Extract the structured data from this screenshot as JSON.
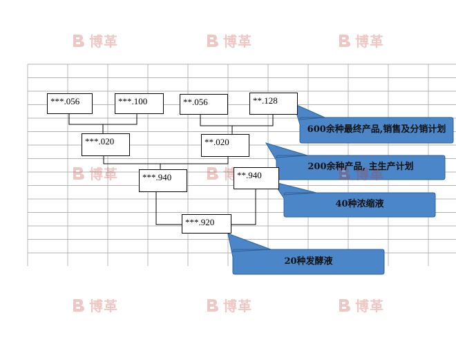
{
  "watermark": {
    "text": "博革"
  },
  "nodes": {
    "n1": "***.056",
    "n2": "***.100",
    "n3": "**.056",
    "n4": "**.128",
    "n5": "***.020",
    "n6": "**.020",
    "n7": "***.940",
    "n8": "**.940",
    "n9": "***.920"
  },
  "callouts": {
    "c1": "600余种最终产品,销售及分销计划",
    "c2": "200余种产品, 主生产计划",
    "c3": "40种浓缩液",
    "c4": "20种发酵液"
  },
  "colors": {
    "callout_fill": "#4a86c8",
    "callout_border": "#2f5f94",
    "watermark": "#c0392b",
    "grid": "#9a9a9a"
  }
}
